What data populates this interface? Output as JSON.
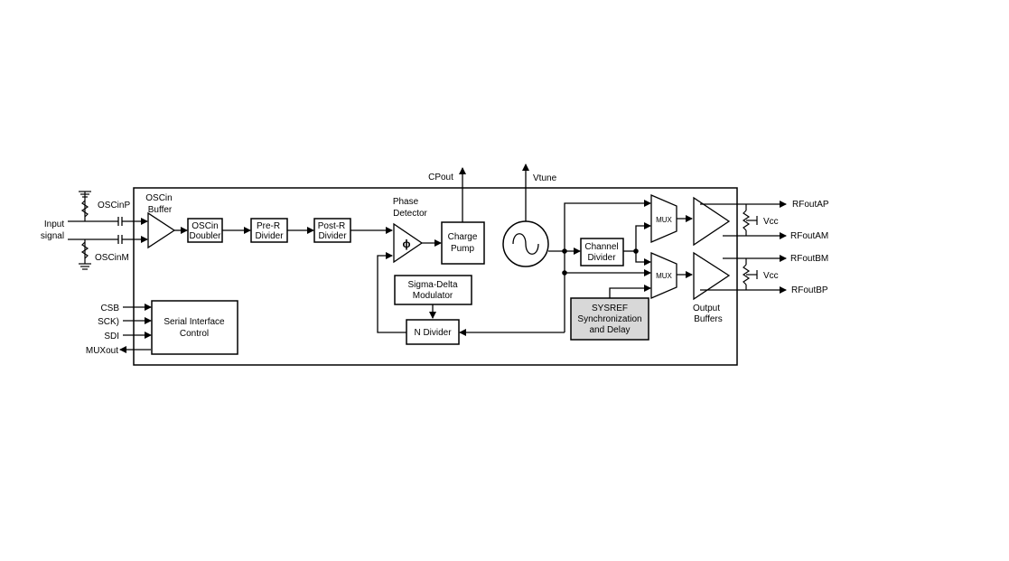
{
  "labels": {
    "osc_in_p": "OSCinP",
    "osc_in_m": "OSCinM",
    "input_signal_1": "Input",
    "input_signal_2": "signal",
    "osc_in_buffer_1": "OSCin",
    "osc_in_buffer_2": "Buffer",
    "phase_detector_1": "Phase",
    "phase_detector_2": "Detector",
    "phase_detector_symbol": "ϕ",
    "cpout": "CPout",
    "vtune": "Vtune",
    "rfout_ap": "RFoutAP",
    "rfout_am": "RFoutAM",
    "rfout_bm": "RFoutBM",
    "rfout_bp": "RFoutBP",
    "vcc_a": "Vcc",
    "vcc_b": "Vcc",
    "output_buffers_1": "Output",
    "output_buffers_2": "Buffers",
    "mux_a": "MUX",
    "mux_b": "MUX",
    "csb": "CSB",
    "sck": "SCK)",
    "sdi": "SDI",
    "muxout": "MUXout"
  },
  "blocks": {
    "osc_in_doubler_1": "OSCin",
    "osc_in_doubler_2": "Doubler",
    "pre_r_divider_1": "Pre-R",
    "pre_r_divider_2": "Divider",
    "post_r_divider_1": "Post-R",
    "post_r_divider_2": "Divider",
    "charge_pump_1": "Charge",
    "charge_pump_2": "Pump",
    "channel_divider_1": "Channel",
    "channel_divider_2": "Divider",
    "sigma_delta_1": "Sigma-Delta",
    "sigma_delta_2": "Modulator",
    "n_divider": "N Divider",
    "sysref_1": "SYSREF",
    "sysref_2": "Synchronization",
    "sysref_3": "and Delay",
    "serial_interface_1": "Serial Interface",
    "serial_interface_2": "Control"
  }
}
